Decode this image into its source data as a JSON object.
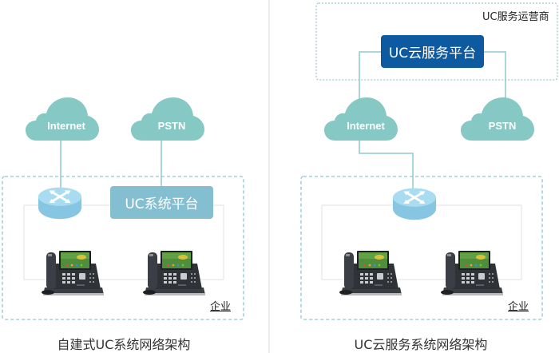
{
  "colors": {
    "cloud": "#86c8c3",
    "connector_line": "#8fc9cd",
    "dashed_border": "#8cc7cf",
    "inner_line": "#e2e2e2",
    "uc_local_box": "#84bfd1",
    "uc_cloud_box": "#0d5aa0",
    "router": "#9fd3ea",
    "divider": "#ececec"
  },
  "left_diagram": {
    "clouds": [
      {
        "label": "Internet",
        "icon": "cloud-icon"
      },
      {
        "label": "PSTN",
        "icon": "cloud-icon"
      }
    ],
    "router": {
      "icon": "router-icon"
    },
    "uc_platform": {
      "label": "UC系统平台"
    },
    "phones": [
      {
        "icon": "ip-phone-icon"
      },
      {
        "icon": "ip-phone-icon"
      }
    ],
    "enterprise_label": "企业",
    "caption": "自建式UC系统网络架构"
  },
  "right_diagram": {
    "provider_label": "UC服务运营商",
    "uc_cloud_platform": {
      "label": "UC云服务平台"
    },
    "clouds": [
      {
        "label": "Internet",
        "icon": "cloud-icon"
      },
      {
        "label": "PSTN",
        "icon": "cloud-icon"
      }
    ],
    "router": {
      "icon": "router-icon"
    },
    "phones": [
      {
        "icon": "ip-phone-icon"
      },
      {
        "icon": "ip-phone-icon"
      }
    ],
    "enterprise_label": "企业",
    "caption": "UC云服务系统网络架构"
  }
}
